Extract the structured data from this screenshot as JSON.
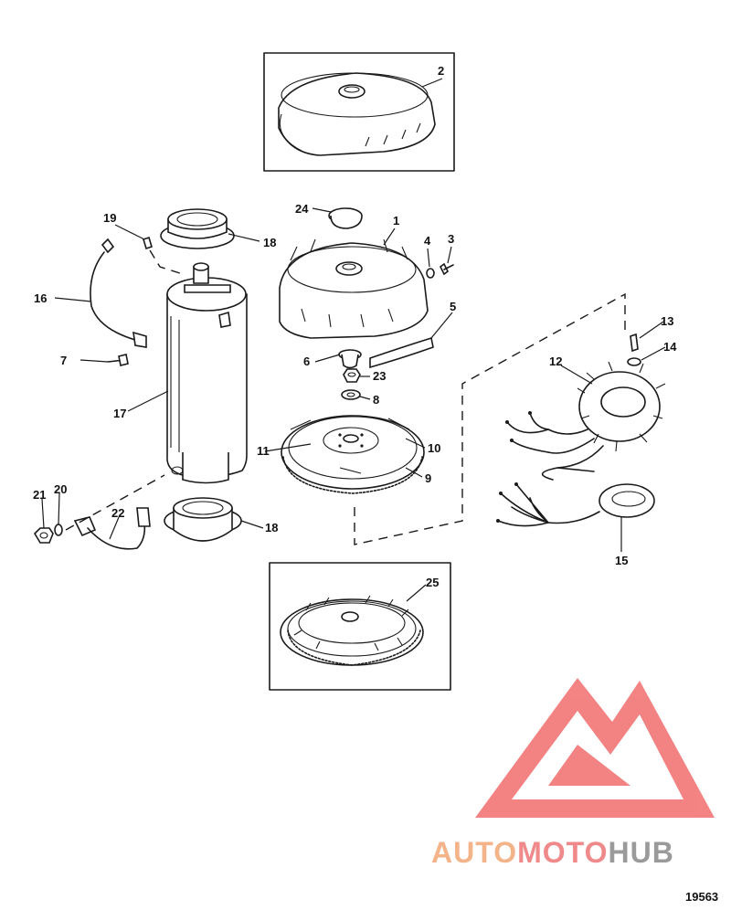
{
  "parts": [
    {
      "id": "2",
      "text": "2"
    },
    {
      "id": "24",
      "text": "24"
    },
    {
      "id": "1",
      "text": "1"
    },
    {
      "id": "4",
      "text": "4"
    },
    {
      "id": "3",
      "text": "3"
    },
    {
      "id": "19",
      "text": "19"
    },
    {
      "id": "18a",
      "text": "18"
    },
    {
      "id": "16",
      "text": "16"
    },
    {
      "id": "5",
      "text": "5"
    },
    {
      "id": "13",
      "text": "13"
    },
    {
      "id": "14",
      "text": "14"
    },
    {
      "id": "6",
      "text": "6"
    },
    {
      "id": "7",
      "text": "7"
    },
    {
      "id": "23",
      "text": "23"
    },
    {
      "id": "12",
      "text": "12"
    },
    {
      "id": "8",
      "text": "8"
    },
    {
      "id": "17",
      "text": "17"
    },
    {
      "id": "11",
      "text": "11"
    },
    {
      "id": "10",
      "text": "10"
    },
    {
      "id": "9",
      "text": "9"
    },
    {
      "id": "21",
      "text": "21"
    },
    {
      "id": "20",
      "text": "20"
    },
    {
      "id": "22",
      "text": "22"
    },
    {
      "id": "18b",
      "text": "18"
    },
    {
      "id": "15",
      "text": "15"
    },
    {
      "id": "25",
      "text": "25"
    }
  ],
  "figure_number": "19563",
  "watermark": {
    "auto": "AUTO",
    "moto": "MOTO",
    "hub": "HUB"
  },
  "colors": {
    "line": "#1a1a1a",
    "auto": "#f4b48a",
    "moto": "#f08a8a",
    "hub": "#9a9a9a",
    "logo": "#f26e6e"
  }
}
